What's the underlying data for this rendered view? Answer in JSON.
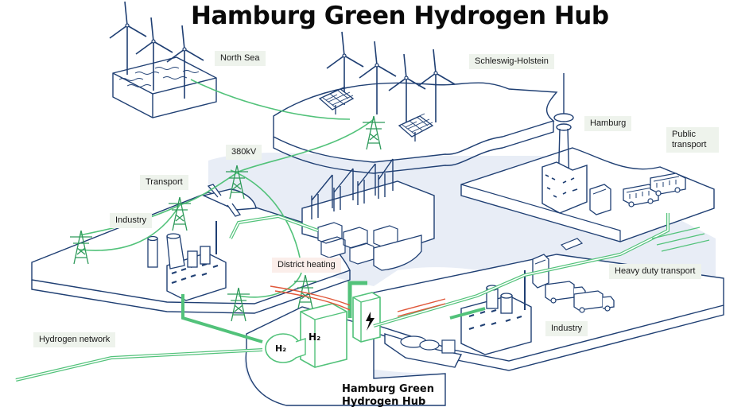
{
  "title": "Hamburg Green Hydrogen Hub",
  "labels": {
    "north_sea": "North Sea",
    "schleswig_holstein": "Schleswig-Holstein",
    "hamburg": "Hamburg",
    "public_transport": "Public transport",
    "kv380": "380kV",
    "transport": "Transport",
    "industry_left": "Industry",
    "district_heating": "District heating",
    "heavy_duty_transport": "Heavy duty transport",
    "industry_right": "Industry",
    "hydrogen_network": "Hydrogen network"
  },
  "hub_name": {
    "line1": "Hamburg Green",
    "line2": "Hydrogen Hub"
  },
  "symbols": {
    "h2": "H₂",
    "tank": "H₂"
  },
  "colors": {
    "outline": "#1f3f73",
    "green": "#52c27a",
    "green_dark": "#2e9a5a",
    "red": "#e0573a",
    "water": "#e8edf6",
    "label_bg": "#eef3ec"
  },
  "icons": [
    "wind-turbine-icon",
    "solar-panel-icon",
    "power-pylon-icon",
    "airplane-icon",
    "factory-icon",
    "tv-tower-icon",
    "bus-icon",
    "truck-icon",
    "ship-icon",
    "electrolyzer-icon",
    "lightning-icon",
    "crane-icon"
  ]
}
